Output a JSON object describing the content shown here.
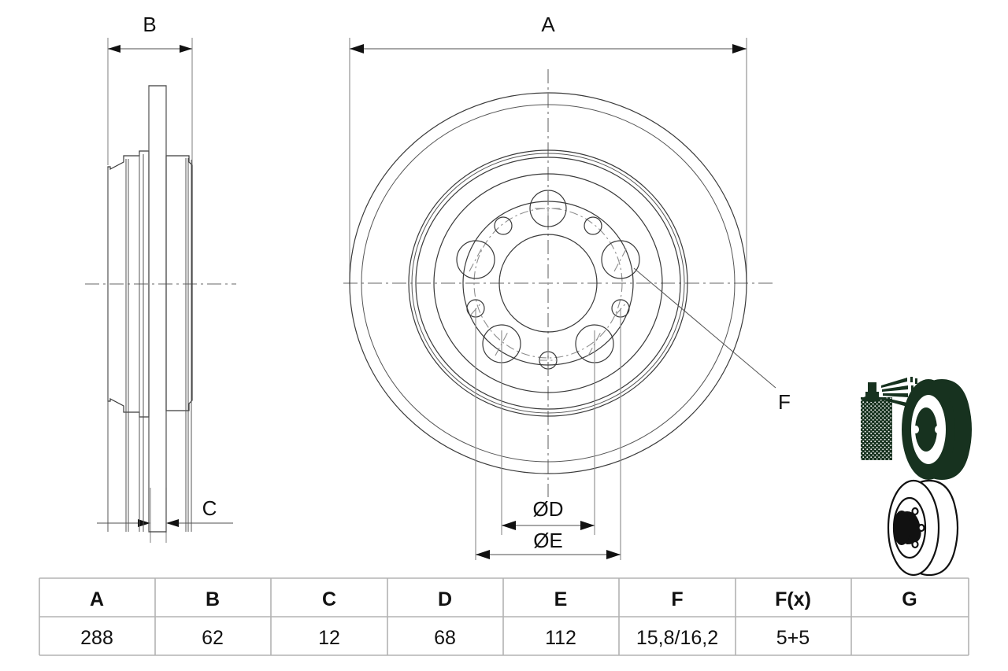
{
  "document": {
    "kind": "technical-drawing",
    "subject": "brake-disc-dimensional-drawing"
  },
  "dimensions": {
    "a_label": "A",
    "b_label": "B",
    "c_label": "C",
    "d_label": "ØD",
    "e_label": "ØE",
    "f_label": "F"
  },
  "views": {
    "side_view_name": "cross-section-side-view",
    "front_view_name": "disc-front-view"
  },
  "icons": {
    "spray_can": "spray-can-icon",
    "coated_disc": "coated-brake-disc-icon",
    "plain_disc": "brake-disc-icon"
  },
  "table": {
    "headers": [
      "A",
      "B",
      "C",
      "D",
      "E",
      "F",
      "F(x)",
      "G"
    ],
    "rows": [
      [
        "288",
        "62",
        "12",
        "68",
        "112",
        "15,8/16,2",
        "5+5",
        ""
      ]
    ]
  },
  "colors": {
    "line": "#3a3a3a",
    "centerline": "#9a9a9a",
    "dimension": "#8a8a8a",
    "text": "#111111",
    "table_border": "#b3b3b3",
    "icon_green": "#17321f",
    "background": "#ffffff"
  }
}
